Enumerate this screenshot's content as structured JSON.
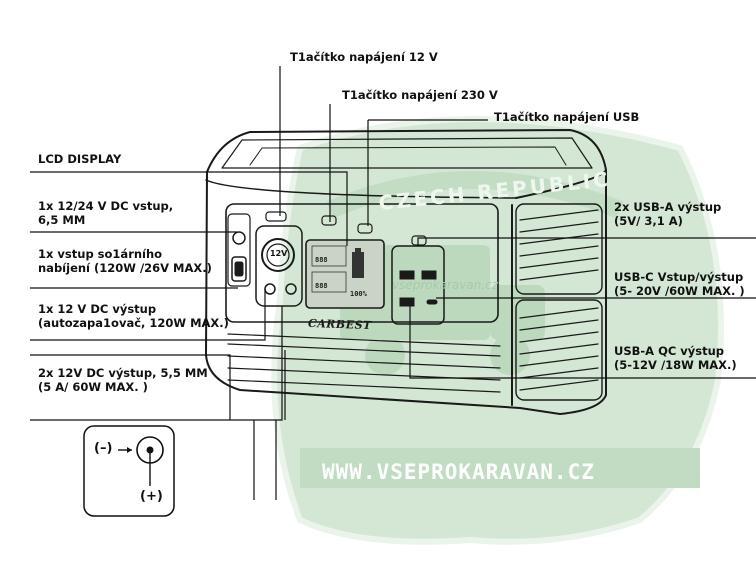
{
  "colors": {
    "shield_fill": "#d3e7d4",
    "shield_stroke": "#eaf4ea",
    "truck_fill": "#bcd9be",
    "ink": "#111111",
    "lcd_fill": "#c9d4c6"
  },
  "labels": {
    "button_12v": "T1ačítko napájení 12 V",
    "button_230v": "T1ačítko napájení 230 V",
    "button_usb": "T1ačítko napájení USB",
    "lcd_display": "LCD DISPLAY",
    "dc_input_line1": "1x 12/24 V DC vstup,",
    "dc_input_line2": "6,5 MM",
    "solar_line1": "1x vstup so1árního",
    "solar_line2": "nabíjení (120W /26V MAX.)",
    "car_out_line1": "1x 12 V DC výstup",
    "car_out_line2": "(autozapa1ovač, 120W MAX.)",
    "dc_out_line1": "2x 12V DC výstup, 5,5 MM",
    "dc_out_line2": "(5 A/ 60W MAX. )",
    "usba_line1": "2x USB-A výstup",
    "usba_line2": "(5V/ 3,1 A)",
    "usbc_line1": "USB-C Vstup/výstup",
    "usbc_line2": "(5- 20V /60W MAX. )",
    "usbqc_line1": "USB-A  QC  výstup",
    "usbqc_line2": "(5-12V /18W MAX.)"
  },
  "polarity": {
    "negative": "(–)",
    "positive": "(+)"
  },
  "device": {
    "brand": "CARBEST",
    "socket_label": "12V"
  },
  "watermark": {
    "arc_text": "CZECH REPUBLIC",
    "site_small": "vseprokaravan.cz",
    "site_large": "WWW.VSEPROKARAVAN.CZ"
  }
}
